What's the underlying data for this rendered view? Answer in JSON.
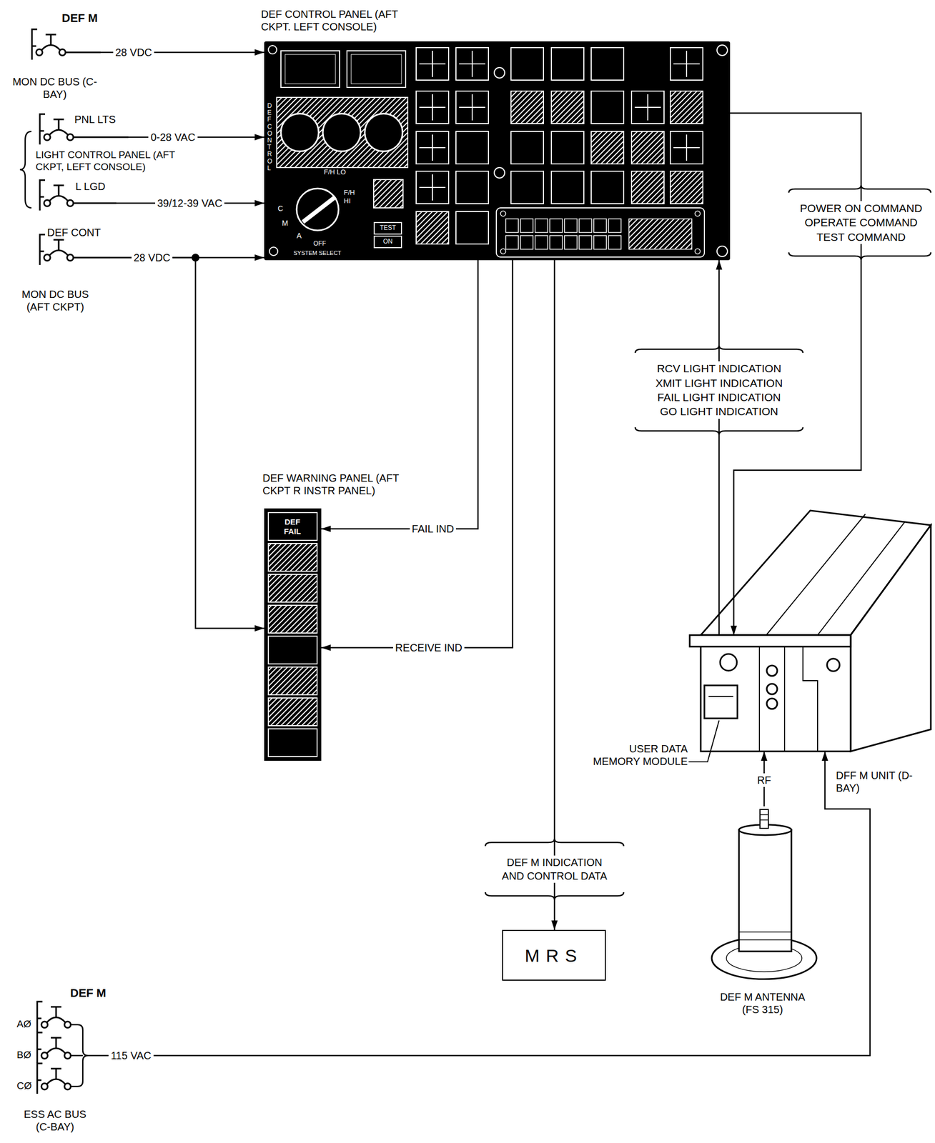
{
  "diagram": {
    "nodes": [
      {
        "text": [
          "DEF CONTROL PANEL (AFT CKPT. LEFT CONSOLE)"
        ]
      },
      {
        "text": [
          "DEF M",
          "MON DC BUS (C-BAY)"
        ]
      },
      {
        "text": [
          "PNL LTS"
        ]
      },
      {
        "text": [
          "L LGD"
        ]
      },
      {
        "text": [
          "DEF CONT",
          "MON DC BUS (AFT CKPT)"
        ]
      },
      {
        "text": [
          "DEF WARNING PANEL (AFT CKPT R INSTR PANEL)"
        ]
      },
      {
        "text": [
          "DEF FAIL"
        ],
        "in": 5
      },
      {
        "text": [
          "DFF M UNIT (D-BAY)"
        ]
      },
      {
        "text": [
          "MRS"
        ]
      },
      {
        "text": [
          "DEF M ANTENNA (FS 315)"
        ]
      },
      {
        "text": [
          "DEF M",
          "AØ",
          "BØ",
          "CØ",
          "ESS AC BUS (C-BAY)"
        ]
      }
    ],
    "edges": [
      {
        "from": 1,
        "to": 0,
        "arrow": "to",
        "label": "28 VDC"
      },
      {
        "from": 2,
        "to": 0,
        "arrow": "to",
        "label": "0-28 VAC"
      },
      {
        "from": 3,
        "to": 0,
        "arrow": "to",
        "label": "39/12-39 VAC"
      },
      {
        "from": 4,
        "to": 0,
        "arrow": "to",
        "label": "28 VDC"
      },
      {
        "from": 4,
        "to": 5,
        "arrow": "to"
      },
      {
        "from": 0,
        "to": 5,
        "arrow": "to",
        "label": "FAIL IND"
      },
      {
        "from": 0,
        "to": 5,
        "arrow": "to",
        "label": "RECEIVE IND"
      },
      {
        "from": 0,
        "to": 8,
        "arrow": "to",
        "label": "DEF M INDICATION AND CONTROL DATA"
      },
      {
        "from": 0,
        "to": 7,
        "arrow": "to",
        "label": "POWER ON COMMAND OPERATE COMMAND TEST COMMAND"
      },
      {
        "from": 7,
        "to": 0,
        "arrow": "to",
        "label": "RCV LIGHT INDICATION XMIT LIGHT INDICATION FAIL LIGHT INDICATION GO LIGHT INDICATION"
      },
      {
        "from": 9,
        "to": 7,
        "arrow": "to",
        "label": "RF"
      },
      {
        "from": 10,
        "to": 7,
        "arrow": "to",
        "label": "115 VAC"
      }
    ],
    "labels": [
      "LIGHT CONTROL PANEL (AFT CKPT, LEFT CONSOLE)",
      "USER DATA MEMORY MODULE",
      "F/H LO",
      "F/H HI",
      "C",
      "M",
      "A",
      "OFF",
      "SYSTEM SELECT",
      "TEST",
      "ON",
      "DEF CONTROL"
    ]
  }
}
